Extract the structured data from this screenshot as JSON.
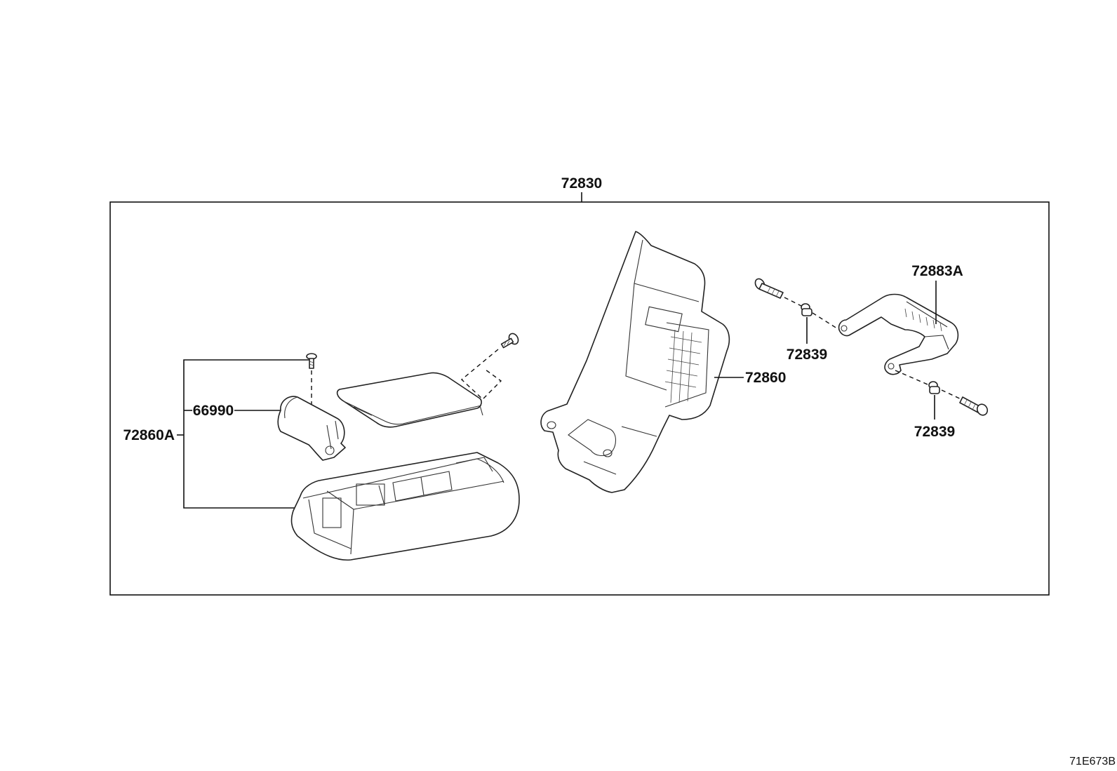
{
  "diagram": {
    "assembly_label": "72830",
    "diagram_code": "71E673B",
    "callouts": {
      "armrest_assy": "72860A",
      "cup_holder": "66990",
      "seatback_frame": "72860",
      "hinge_cover": "72883A",
      "bushing_upper": "72839",
      "bushing_lower": "72839"
    }
  }
}
